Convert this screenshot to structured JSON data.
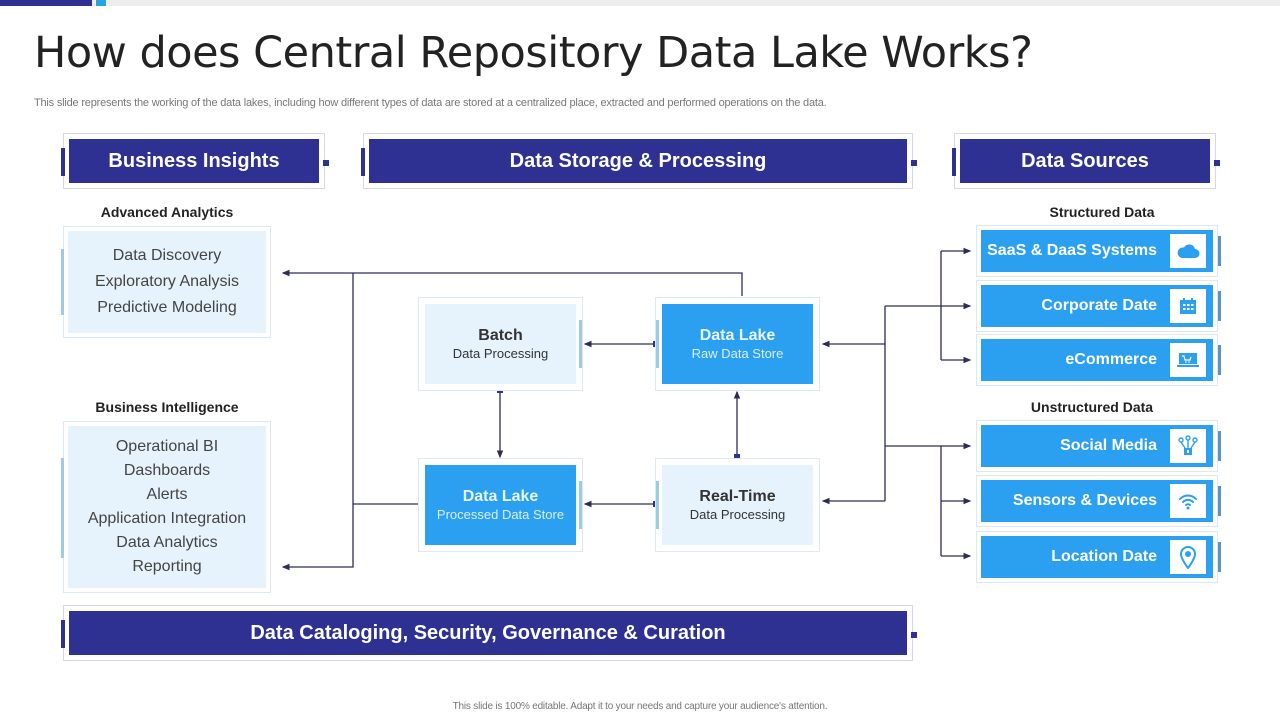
{
  "title": "How does Central Repository Data Lake Works?",
  "subtitle": "This slide represents the working of the data lakes, including how different types of data are stored at a centralized place, extracted and performed operations on the data.",
  "footer": "This slide is 100% editable. Adapt it to your needs and capture your audience's attention.",
  "colors": {
    "navy": "#2e3192",
    "blue": "#2b9ff0",
    "light_blue": "#e6f3fc",
    "connector": "#2d2d5a"
  },
  "headers": {
    "business_insights": "Business Insights",
    "storage_processing": "Data Storage & Processing",
    "data_sources": "Data Sources",
    "cataloging": "Data Cataloging, Security, Governance & Curation"
  },
  "business_insights": {
    "advanced_analytics": {
      "label": "Advanced Analytics",
      "items": [
        "Data Discovery",
        "Exploratory Analysis",
        "Predictive Modeling"
      ]
    },
    "business_intelligence": {
      "label": "Business Intelligence",
      "items": [
        "Operational BI",
        "Dashboards",
        "Alerts",
        "Application Integration",
        "Data Analytics",
        "Reporting"
      ]
    }
  },
  "processing": {
    "batch": {
      "title": "Batch",
      "subtitle": "Data Processing"
    },
    "raw_lake": {
      "title": "Data Lake",
      "subtitle": "Raw Data Store"
    },
    "processed_lake": {
      "title": "Data Lake",
      "subtitle": "Processed Data Store"
    },
    "realtime": {
      "title": "Real-Time",
      "subtitle": "Data Processing"
    }
  },
  "data_sources": {
    "structured": {
      "label": "Structured Data",
      "items": [
        {
          "label": "SaaS & DaaS Systems",
          "icon": "cloud-icon"
        },
        {
          "label": "Corporate Date",
          "icon": "calendar-icon"
        },
        {
          "label": "eCommerce",
          "icon": "laptop-cart-icon"
        }
      ]
    },
    "unstructured": {
      "label": "Unstructured Data",
      "items": [
        {
          "label": "Social Media",
          "icon": "network-icon"
        },
        {
          "label": "Sensors & Devices",
          "icon": "wireless-icon"
        },
        {
          "label": "Location Date",
          "icon": "location-pin-icon"
        }
      ]
    }
  }
}
